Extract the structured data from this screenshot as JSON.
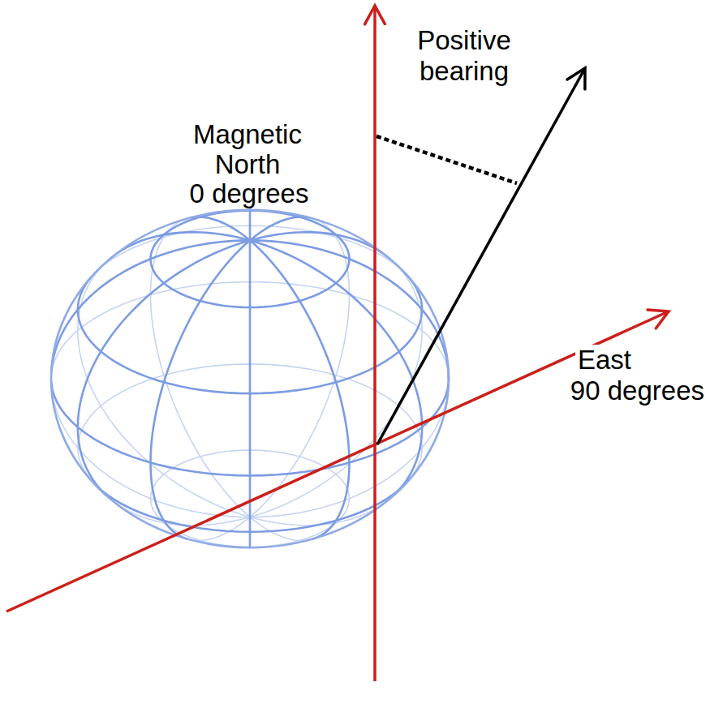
{
  "diagram": {
    "labels": [
      "Positive bearing",
      "Magnetic North",
      "0 degrees",
      "East",
      "90 degrees"
    ]
  }
}
